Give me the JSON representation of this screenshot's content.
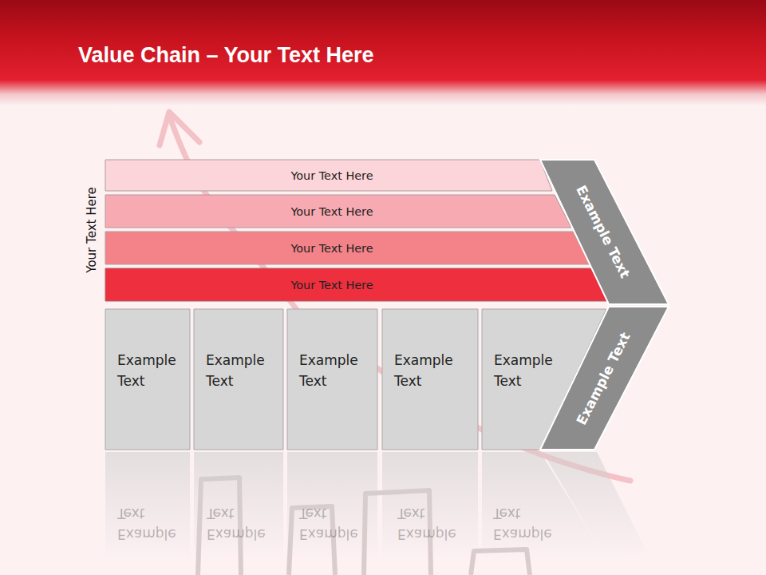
{
  "diagram": {
    "title": "Value Chain – Your Text Here",
    "nodes": [
      {
        "text": [
          "Your Text Here"
        ]
      },
      {
        "text": [
          "Your Text Here"
        ]
      },
      {
        "text": [
          "Your Text Here"
        ]
      },
      {
        "text": [
          "Your Text Here"
        ]
      },
      {
        "text": [
          "Example Text"
        ]
      },
      {
        "text": [
          "Example Text"
        ]
      },
      {
        "text": [
          "Example Text"
        ]
      },
      {
        "text": [
          "Example Text"
        ]
      },
      {
        "text": [
          "Example Text"
        ]
      },
      {
        "text": [
          "Example Text"
        ]
      },
      {
        "text": [
          "Example Text"
        ]
      }
    ],
    "labels": [
      "Your Text Here",
      "Example Text",
      "Example Text",
      "Example Text",
      "Example Text",
      "Example Text"
    ]
  }
}
